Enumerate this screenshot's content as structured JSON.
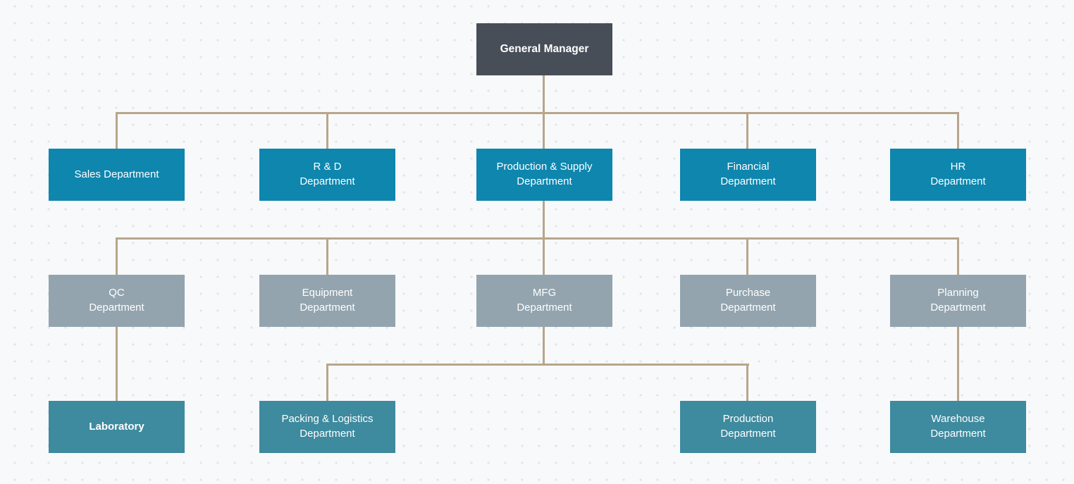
{
  "colors": {
    "canvas_bg": "#f8f9fa",
    "dot": "#e2e4e8",
    "root_fill": "#474e58",
    "dept_fill": "#0e86ae",
    "sub_fill": "#93a4ae",
    "leaf_fill": "#3e8a9e",
    "connector": "#b7a68c",
    "node_text": "#ffffff"
  },
  "nodes": {
    "general_manager": {
      "label": "General Manager",
      "level": 1
    },
    "sales": {
      "label": "Sales Department",
      "level": 2
    },
    "rnd": {
      "label": "R & D\nDepartment",
      "level": 2
    },
    "production_supply": {
      "label": "Production & Supply\nDepartment",
      "level": 2
    },
    "financial": {
      "label": "Financial\nDepartment",
      "level": 2
    },
    "hr": {
      "label": "HR\nDepartment",
      "level": 2
    },
    "qc": {
      "label": "QC\nDepartment",
      "level": 3
    },
    "equipment": {
      "label": "Equipment\nDepartment",
      "level": 3
    },
    "mfg": {
      "label": "MFG\nDepartment",
      "level": 3
    },
    "purchase": {
      "label": "Purchase\nDepartment",
      "level": 3
    },
    "planning": {
      "label": "Planning\nDepartment",
      "level": 3
    },
    "laboratory": {
      "label": "Laboratory",
      "level": 4
    },
    "packing_logistics": {
      "label": "Packing & Logistics\nDepartment",
      "level": 4
    },
    "production": {
      "label": "Production\nDepartment",
      "level": 4
    },
    "warehouse": {
      "label": "Warehouse\nDepartment",
      "level": 4
    }
  },
  "edges": [
    {
      "from": "general_manager",
      "to": "sales"
    },
    {
      "from": "general_manager",
      "to": "rnd"
    },
    {
      "from": "general_manager",
      "to": "production_supply"
    },
    {
      "from": "general_manager",
      "to": "financial"
    },
    {
      "from": "general_manager",
      "to": "hr"
    },
    {
      "from": "production_supply",
      "to": "qc"
    },
    {
      "from": "production_supply",
      "to": "equipment"
    },
    {
      "from": "production_supply",
      "to": "mfg"
    },
    {
      "from": "production_supply",
      "to": "purchase"
    },
    {
      "from": "production_supply",
      "to": "planning"
    },
    {
      "from": "qc",
      "to": "laboratory"
    },
    {
      "from": "mfg",
      "to": "packing_logistics"
    },
    {
      "from": "mfg",
      "to": "production"
    },
    {
      "from": "planning",
      "to": "warehouse"
    }
  ]
}
